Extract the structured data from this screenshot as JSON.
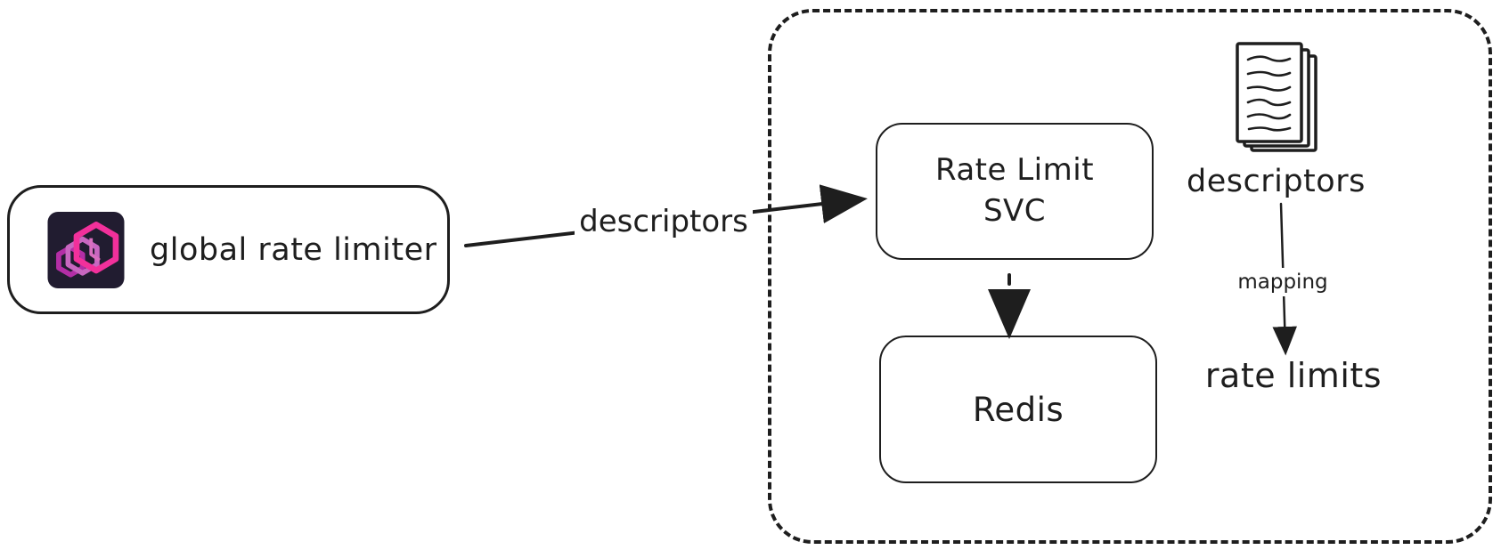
{
  "nodes": {
    "global_rate_limiter": {
      "label": "global rate limiter",
      "icon": "envoy-logo-icon"
    },
    "rate_limit_svc": {
      "lines": [
        "Rate Limit",
        "SVC"
      ]
    },
    "redis": {
      "label": "Redis"
    },
    "descriptors_doc": {
      "label": "descriptors",
      "icon": "documents-icon"
    },
    "rate_limits": {
      "label": "rate limits"
    }
  },
  "arrows": {
    "descriptors_edge": {
      "label": "descriptors",
      "style": "solid"
    },
    "svc_to_redis": {
      "label": "",
      "style": "dashed"
    },
    "mapping": {
      "label": "mapping",
      "style": "solid-thin"
    }
  },
  "colors": {
    "stroke": "#1e1e1e",
    "canvas_bg": "#ffffff",
    "logo_bg": "#211c30",
    "logo_hex_front": "#f2309b",
    "logo_hex_mid": "#c867c0",
    "logo_hex_back": "#b32ea6",
    "logo_inner_edge": "#d96fc0"
  }
}
